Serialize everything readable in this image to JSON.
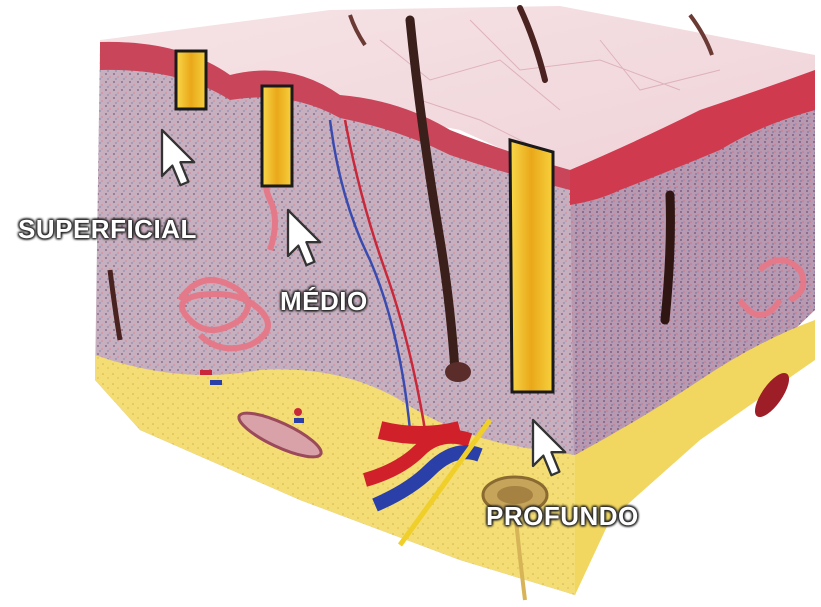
{
  "labels": {
    "superficial": "SUPERFICIAL",
    "medio": "MÉDIO",
    "profundo": "PROFUNDO"
  },
  "colors": {
    "epidermis": "#c94a5a",
    "dermis": "#b9a3b4",
    "fat": "#f2dc6a",
    "artery": "#d0212b",
    "vein": "#2a3fa8",
    "depth_marker": "#f4c21c"
  }
}
